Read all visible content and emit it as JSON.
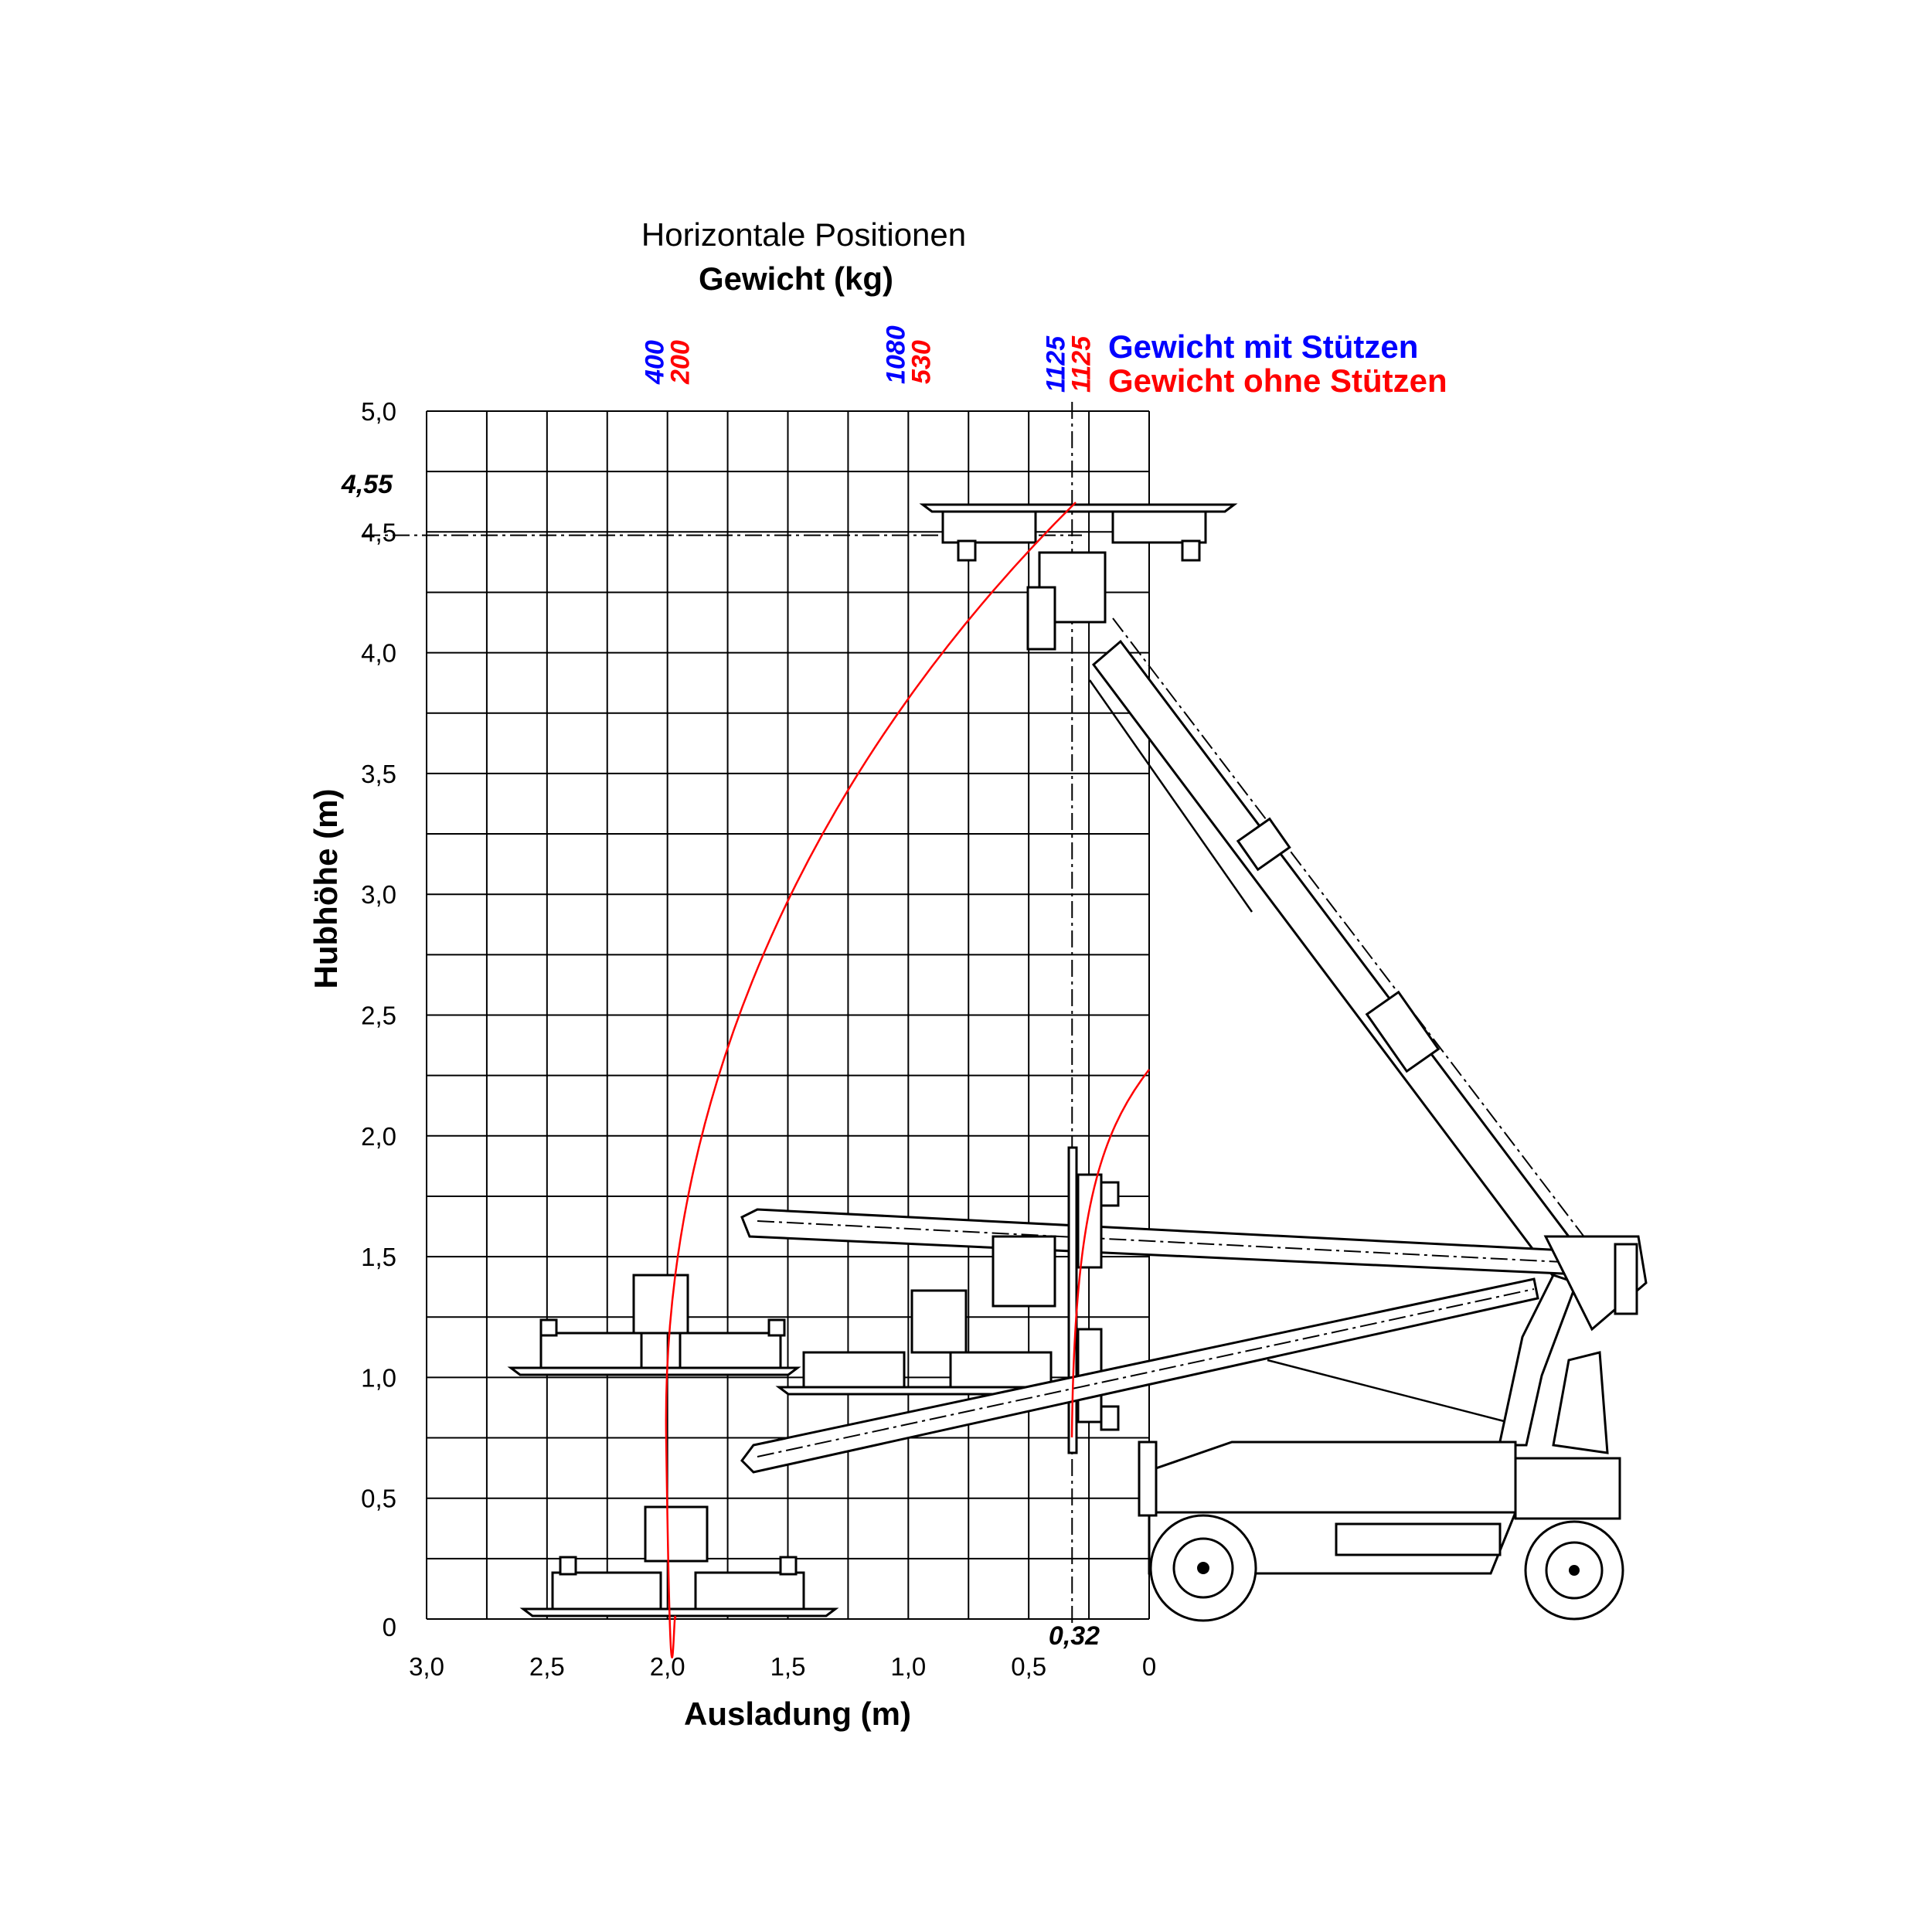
{
  "header": {
    "title": "Horizontale Positionen",
    "subtitle": "Gewicht (kg)"
  },
  "legend": {
    "with_outriggers": "Gewicht mit Stützen",
    "without_outriggers": "Gewicht ohne Stützen"
  },
  "colors": {
    "with_outriggers": "#0000ff",
    "without_outriggers": "#ff0000",
    "curve": "#ff0000"
  },
  "annotations": {
    "max_height": "4,55",
    "min_reach": "0,32"
  },
  "chart_data": {
    "type": "load-chart",
    "title": "Horizontale Positionen",
    "subtitle": "Gewicht (kg)",
    "xlabel": "Ausladung (m)",
    "ylabel": "Hubhöhe (m)",
    "xlim": [
      3.0,
      0
    ],
    "ylim": [
      0,
      5.0
    ],
    "grid": true,
    "x_ticks": [
      "3,0",
      "2,5",
      "2,0",
      "1,5",
      "1,0",
      "0,5",
      "0"
    ],
    "y_ticks": [
      "0",
      "0,5",
      "1,0",
      "1,5",
      "2,0",
      "2,5",
      "3,0",
      "3,5",
      "4,0",
      "4,5",
      "5,0"
    ],
    "legend_placement": "top-right",
    "positions": [
      {
        "reach_m": 2.0,
        "with_outriggers": "400",
        "without_outriggers": "200"
      },
      {
        "reach_m": 1.0,
        "with_outriggers": "1080",
        "without_outriggers": "530"
      },
      {
        "reach_m": 0.32,
        "with_outriggers": "1125",
        "without_outriggers": "1125"
      }
    ],
    "reference_lines": {
      "max_height_m": 4.55,
      "min_reach_m": 0.32
    }
  }
}
